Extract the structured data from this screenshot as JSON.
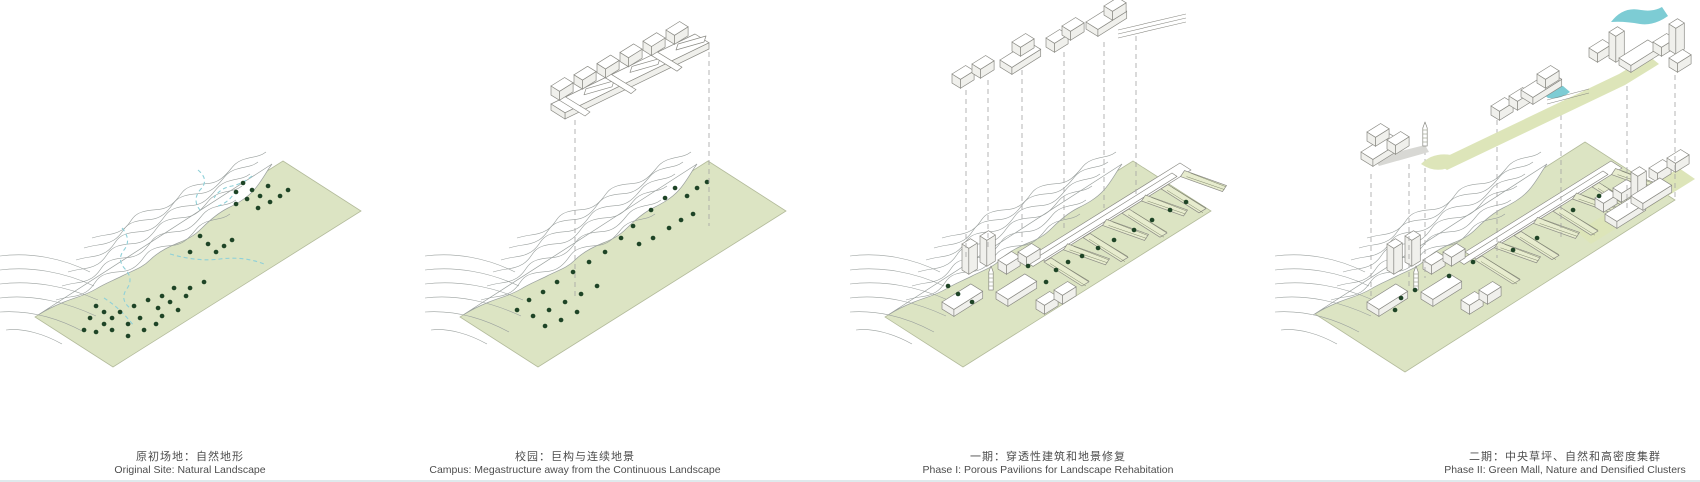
{
  "panels": [
    {
      "id": "original-site",
      "caption_zh": "原初场地：自然地形",
      "caption_en": "Original Site: Natural Landscape"
    },
    {
      "id": "campus-megastructure",
      "caption_zh": "校园：巨构与连续地景",
      "caption_en": "Campus: Megastructure away from the Continuous Landscape"
    },
    {
      "id": "phase-1",
      "caption_zh": "一期：穿透性建筑和地景修复",
      "caption_en": "Phase I: Porous Pavilions for Landscape Rehabitation"
    },
    {
      "id": "phase-2",
      "caption_zh": "二期：中央草坪、自然和高密度集群",
      "caption_en": "Phase II: Green Mall, Nature and Densified Clusters"
    }
  ],
  "colors": {
    "site_green": "#dce4c3",
    "tree_green": "#1e4426",
    "contour_grey": "#9aa09e",
    "stream_teal": "#8fd0d8",
    "water_cyan": "#7dccd4",
    "building_line": "#8b8b85",
    "dash_grey": "#a4a4a4",
    "hatch_olive": "#7f866b",
    "mall_green": "#dde5b9",
    "ribbon_grey": "#d8d8d4",
    "caption_text": "#4d4d4d",
    "bottom_rule": "#dfe9ec"
  }
}
